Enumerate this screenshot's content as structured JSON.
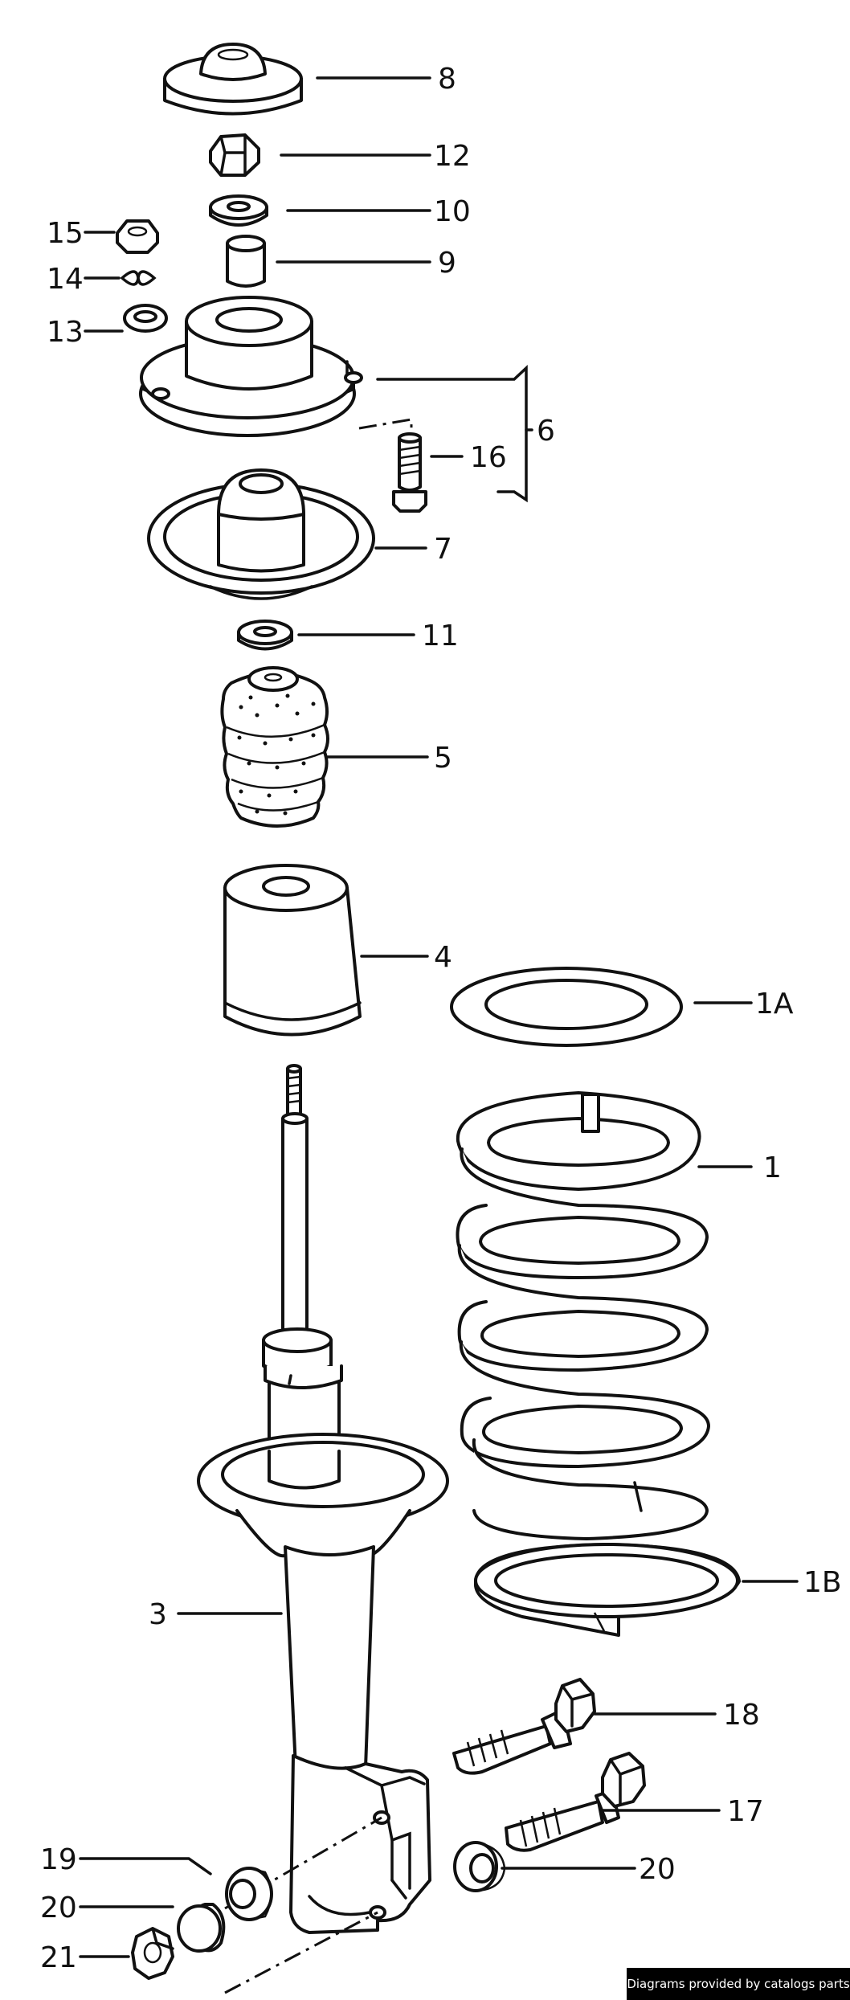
{
  "callouts": {
    "c8": "8",
    "c12": "12",
    "c10": "10",
    "c9": "9",
    "c15": "15",
    "c14": "14",
    "c13": "13",
    "c6": "6",
    "c16": "16",
    "c7": "7",
    "c11": "11",
    "c5": "5",
    "c4": "4",
    "c1A": "1A",
    "c1": "1",
    "c3": "3",
    "c1B": "1B",
    "c18": "18",
    "c17": "17",
    "c20a": "20",
    "c19": "19",
    "c20b": "20",
    "c21": "21"
  },
  "credit": "Diagrams provided by catalogs parts"
}
